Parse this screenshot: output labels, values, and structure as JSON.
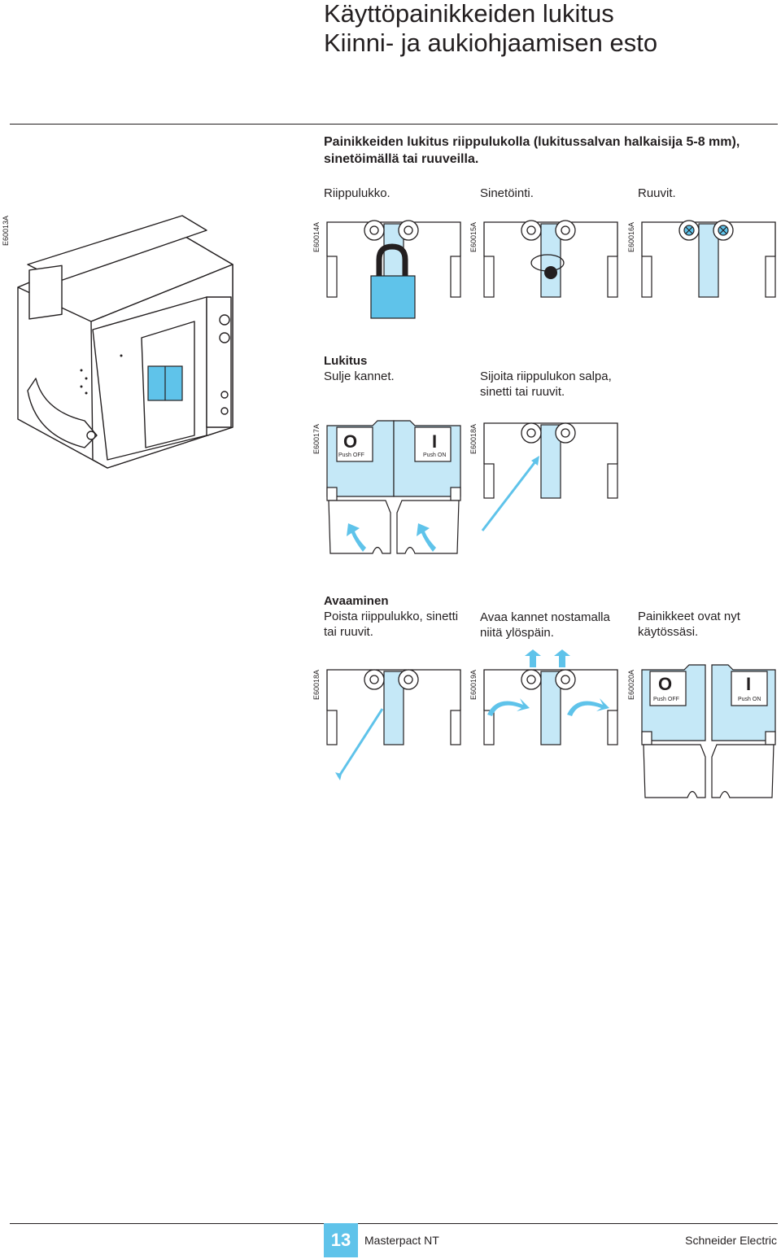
{
  "title_line1": "Käyttöpainikkeiden lukitus",
  "title_line2": "Kiinni- ja aukiohjaamisen esto",
  "intro": "Painikkeiden lukitus riippulukolla (lukitussalvan halkaisija 5-8 mm), sinetöimällä tai ruuveilla.",
  "method_captions": {
    "padlock": "Riippulukko.",
    "seal": "Sinetöinti.",
    "screws": "Ruuvit."
  },
  "figure_codes": {
    "breaker": "E60013A",
    "padlock": "E60014A",
    "seal": "E60015A",
    "screws": "E60016A",
    "cover_closed": "E60017A",
    "cover_lock": "E60018A",
    "unlock_remove": "E60018A",
    "unlock_lift": "E60019A",
    "unlock_ready": "E60020A"
  },
  "locking": {
    "heading": "Lukitus",
    "step1": "Sulje kannet.",
    "step2": "Sijoita riippulukon salpa, sinetti tai ruuvit."
  },
  "unlocking": {
    "heading": "Avaaminen",
    "step1": "Poista riippulukko, sinetti tai ruuvit.",
    "step2": "Avaa kannet nostamalla niitä ylöspäin.",
    "step3": "Painikkeet ovat nyt käytössäsi."
  },
  "buttons": {
    "off_symbol": "O",
    "off_label": "Push OFF",
    "on_symbol": "I",
    "on_label": "Push ON"
  },
  "colors": {
    "accent": "#5fc3ea",
    "light_blue": "#c5e8f7",
    "line": "#231f20"
  },
  "footer": {
    "page_number": "13",
    "product": "Masterpact NT",
    "brand": "Schneider Electric"
  }
}
